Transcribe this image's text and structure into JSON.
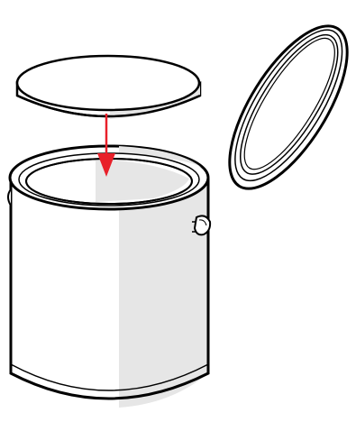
{
  "diagram": {
    "subject": "paint-can",
    "parts": [
      {
        "id": "can-body",
        "icon": "paint-can-icon"
      },
      {
        "id": "inner-disc",
        "icon": "disc-icon"
      },
      {
        "id": "lid-ring",
        "icon": "ring-lid-icon"
      },
      {
        "id": "placement-arrow",
        "icon": "arrow-down-icon",
        "direction": "down"
      }
    ],
    "colors": {
      "outline": "#000000",
      "fill": "#ffffff",
      "shade": "#e6e6e6",
      "arrow": "#e8202a"
    }
  }
}
